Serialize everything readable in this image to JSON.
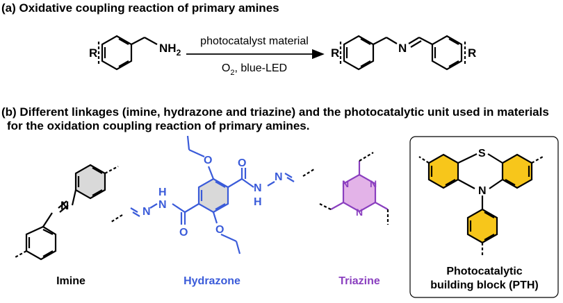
{
  "section_a": {
    "title": "(a) Oxidative coupling reaction of primary amines",
    "reagent_top": "photocatalyst material",
    "reagent_bottom_pre": "O",
    "reagent_bottom_sub": "2",
    "reagent_bottom_post": ", blue-LED",
    "r_group": "R",
    "nh2_main": "NH",
    "nh2_sub": "2",
    "imine_n": "N"
  },
  "section_b": {
    "title_line1": "(b) Different linkages (imine, hydrazone and triazine) and the photocatalytic unit used in materials",
    "title_line2": "for the oxidation coupling reaction of primary amines.",
    "labels": {
      "imine": "Imine",
      "hydrazone": "Hydrazone",
      "triazine": "Triazine",
      "pth_line1": "Photocatalytic",
      "pth_line2": "building block (PTH)"
    },
    "atoms": {
      "n": "N",
      "o": "O",
      "h": "H",
      "s": "S"
    }
  },
  "colors": {
    "hydrazone": "#3a5bd9",
    "triazine": "#8a3fbf",
    "triazine_fill": "#e3b3e8",
    "pth_fill": "#f7c61b",
    "gray_fill": "#d9d9d9"
  }
}
